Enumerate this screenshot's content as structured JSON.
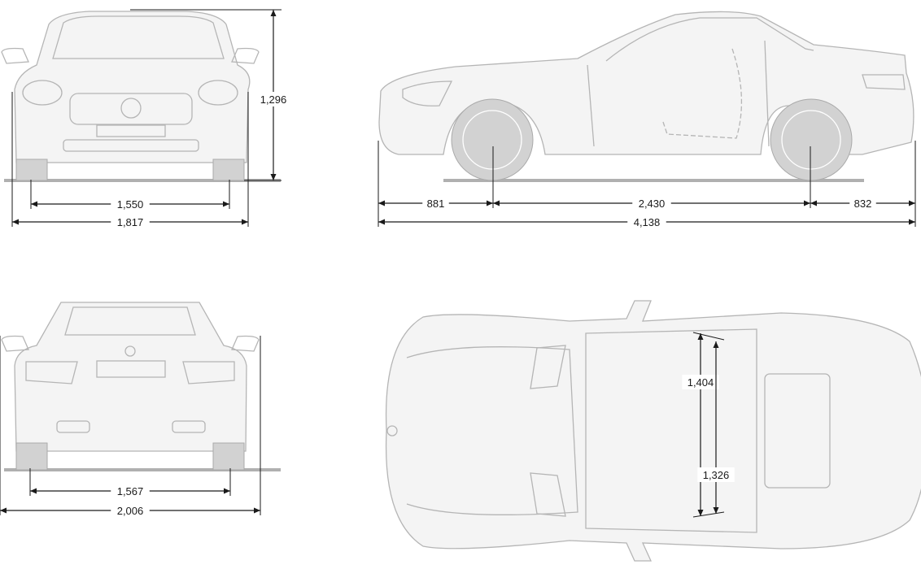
{
  "views": {
    "front": {
      "height_label": "1,296",
      "track_label": "1,550",
      "width_label": "1,817"
    },
    "side": {
      "front_overhang_label": "881",
      "wheelbase_label": "2,430",
      "rear_overhang_label": "832",
      "length_label": "4,138"
    },
    "rear": {
      "track_label": "1,567",
      "width_mirrors_label": "2,006"
    },
    "top": {
      "shoulder_width_label": "1,404",
      "elbow_width_label": "1,326"
    }
  },
  "colors": {
    "outline": "#b5b5b5",
    "dimension": "#1a1a1a"
  }
}
